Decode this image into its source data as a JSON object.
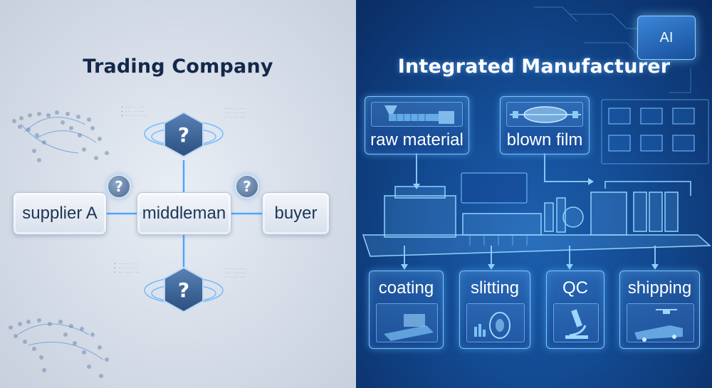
{
  "left": {
    "title": "Trading Company",
    "nodes": {
      "supplier": "supplier A",
      "middleman": "middleman",
      "buyer": "buyer"
    },
    "question_mark": "?"
  },
  "right": {
    "title": "Integrated Manufacturer",
    "chip_label": "AI",
    "stages_top": [
      "raw material",
      "blown film"
    ],
    "stages_bottom": [
      "coating",
      "slitting",
      "QC",
      "shipping"
    ]
  },
  "colors": {
    "left_bg": "#d6dde8",
    "right_bg": "#134a91",
    "left_title": "#13284a",
    "accent_glow": "#7cc4ff"
  }
}
